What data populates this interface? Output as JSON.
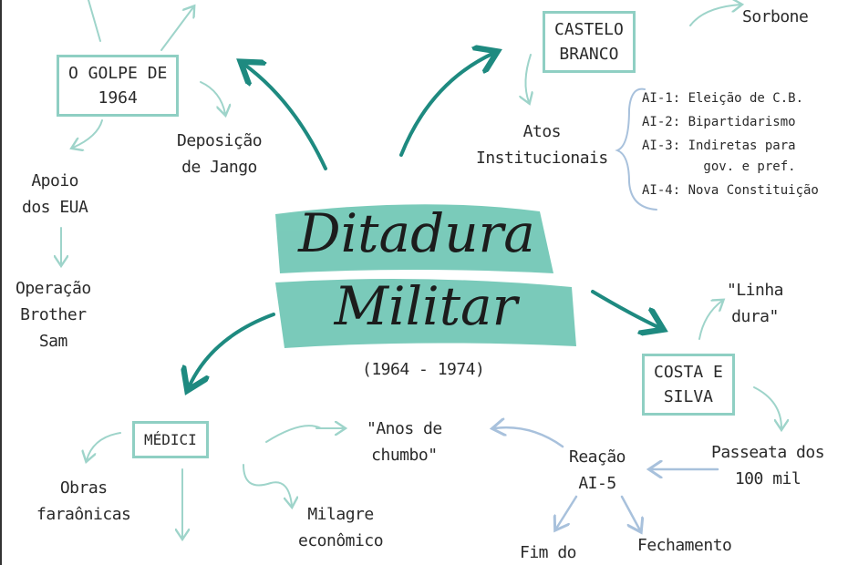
{
  "center": {
    "title_line1": "Ditadura",
    "title_line2": "Militar",
    "years": "(1964 - 1974)"
  },
  "golpe": {
    "box": "O GOLPE DE\n1964",
    "deposicao": "Deposição\nde Jango",
    "apoio": "Apoio\ndos EUA",
    "operacao": "Operação\nBrother\nSam"
  },
  "castelo": {
    "box": "CASTELO\nBRANCO",
    "sorbone": "Sorbone",
    "atos": "Atos\nInstitucionais",
    "ai_list": [
      "AI-1: Eleição de C.B.",
      "AI-2: Bipartidarismo",
      "AI-3: Indiretas para",
      "        gov. e pref.",
      "AI-4: Nova Constituição"
    ]
  },
  "costa": {
    "box": "COSTA E\nSILVA",
    "linha_dura": "\"Linha\ndura\"",
    "passeata": "Passeata dos\n100 mil",
    "reacao": "Reação\nAI-5",
    "fim": "Fim do",
    "fechamento": "Fechamento"
  },
  "medici": {
    "box": "MÉDICI",
    "anos": "\"Anos de\nchumbo\"",
    "obras": "Obras\nfaraônicas",
    "milagre": "Milagre\neconômico"
  },
  "colors": {
    "brush": "#6cc5b3",
    "dark_arrow": "#1e8a80",
    "light_arrow": "#9ed4ca",
    "blue_arrow": "#a8c1dc"
  }
}
